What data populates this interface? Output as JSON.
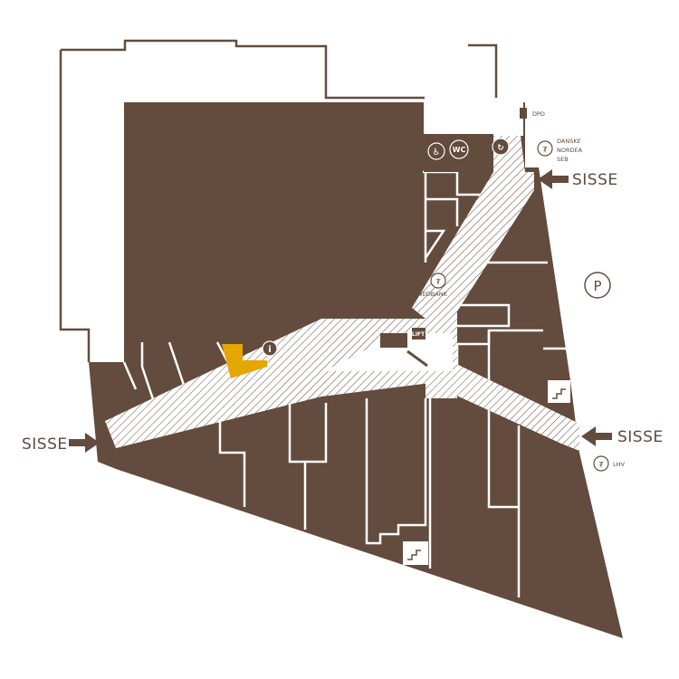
{
  "colors": {
    "store": "#634b3d",
    "corridor_line": "#634b3d",
    "highlight": "#e6a600",
    "background": "#ffffff",
    "text": "#5e4a3e"
  },
  "entrances": {
    "left": "SISSE",
    "top_right": "SISSE",
    "bottom_right": "SISSE"
  },
  "labels": {
    "dpd": "DPD",
    "banks": [
      "DANSKE",
      "NORDEA",
      "SEB"
    ],
    "swedbank": "SWEDBANK",
    "lhv": "LHV",
    "lift": "LIFT",
    "wc": "WC",
    "parking": "P",
    "info": "i"
  },
  "icons": {
    "entrance_arrow": "arrow-icon",
    "info": "info-icon",
    "wc": "wc-icon",
    "accessible": "accessibility-icon",
    "atm": "atm-icon",
    "parking": "parking-icon",
    "stairs": "stairs-icon",
    "escalator": "escalator-icon",
    "lift": "lift-icon"
  }
}
